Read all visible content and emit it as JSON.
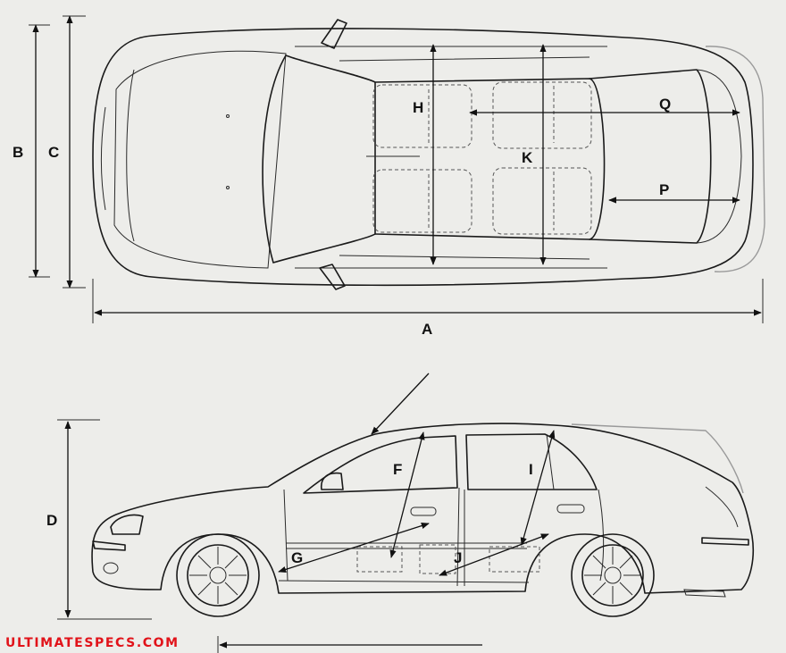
{
  "diagram": {
    "labels": {
      "A": "A",
      "B": "B",
      "C": "C",
      "D": "D",
      "F": "F",
      "G": "G",
      "H": "H",
      "I": "I",
      "J": "J",
      "K": "K",
      "P": "P",
      "Q": "Q"
    },
    "views": [
      "top-view",
      "side-view"
    ]
  },
  "watermark": {
    "text": "ULTIMATESPECS.COM",
    "color": "#e1131a"
  },
  "colors": {
    "background": "#ededea",
    "linework": "#1a1a1a",
    "ghost_outline": "#9a9a9a"
  }
}
